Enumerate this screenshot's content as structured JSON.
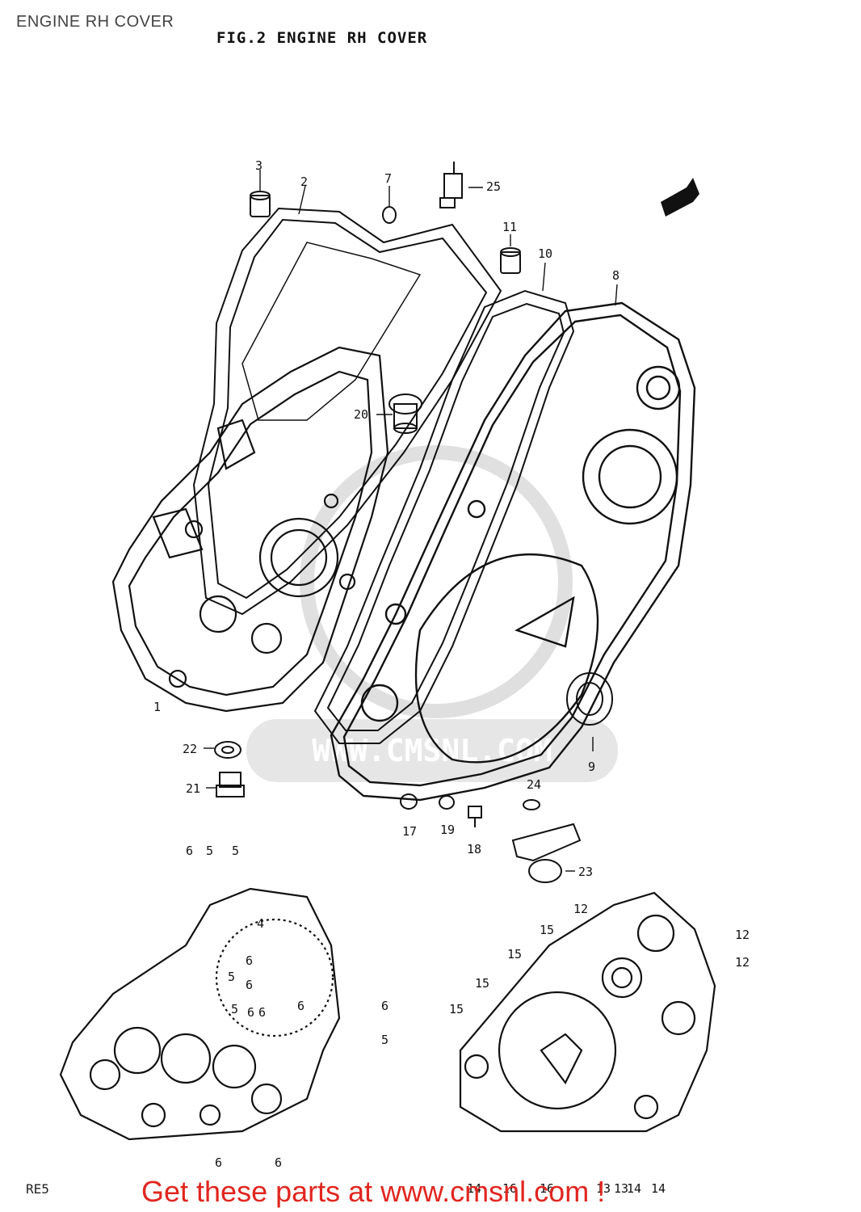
{
  "page": {
    "title": "ENGINE RH COVER",
    "figure_title": "FIG.2  ENGINE RH COVER",
    "footer": "Get these parts at www.cmsnl.com !",
    "code": "RE5",
    "watermark": "WWW.CMSNL.COM",
    "accent_color": "#e0261f"
  },
  "callouts": {
    "c1": "1",
    "c2": "2",
    "c3": "3",
    "c7": "7",
    "c25": "25",
    "c11": "11",
    "c10": "10",
    "c8": "8",
    "c20": "20",
    "c9": "9",
    "c22": "22",
    "c21": "21",
    "c24": "24",
    "c17": "17",
    "c19": "19",
    "c18": "18",
    "c23": "23",
    "l_6a": "6",
    "l_5a": "5",
    "l_5b": "5",
    "l_4": "4",
    "l_6b": "6",
    "l_6c": "6",
    "l_5c": "5",
    "l_5d": "5",
    "l_6d": "6",
    "l_6e": "6",
    "l_6f": "6",
    "l_6g": "6",
    "l_5e": "5",
    "l_6h": "6",
    "l_6i": "6",
    "r_12a": "12",
    "r_12b": "12",
    "r_12c": "12",
    "r_15a": "15",
    "r_15b": "15",
    "r_15c": "15",
    "r_15d": "15",
    "r_14a": "14",
    "r_13a": "13",
    "r_13b": "13",
    "r_14b": "14",
    "r_14c": "14",
    "r_16a": "16",
    "r_16b": "16"
  }
}
